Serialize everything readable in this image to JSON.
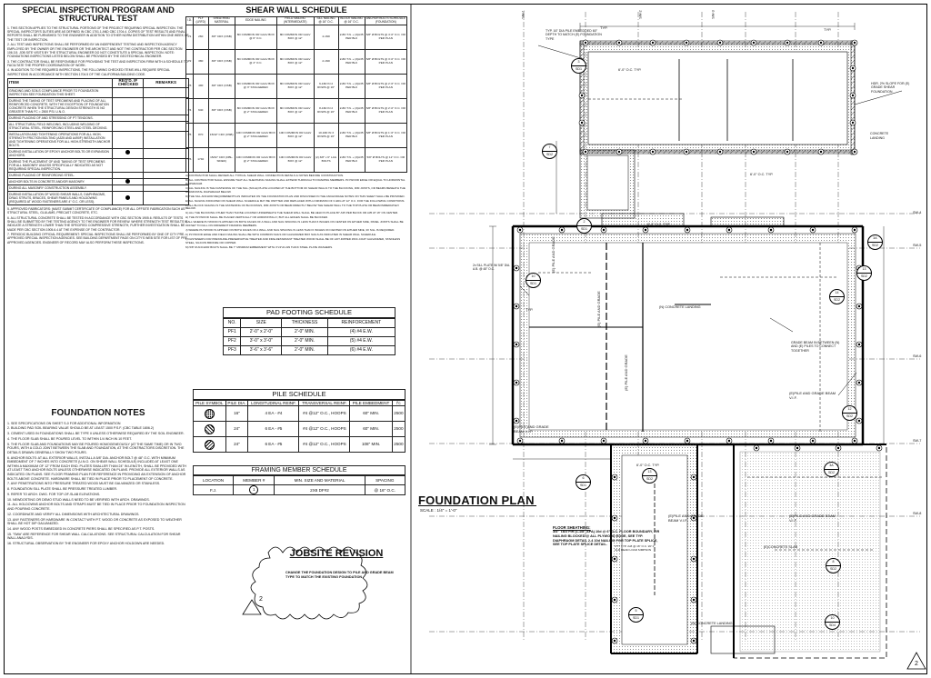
{
  "special_inspection": {
    "title": "SPECIAL INSPECTION PROGRAM AND STRUCTURAL TEST",
    "notes": [
      "1. THIS SECTION APPLIES TO THE STRUCTURAL PORTIONS OF THE PROJECT REQUIRING SPECIAL INSPECTION. THE SPECIAL INSPECTOR'S DUTIES ARE AS DEFINED IN CBC 1701.1 AND CBC 1704.4. COPIES OF TEST RESULTS AND FINAL REPORTS SHALL BE FURNISHED TO THE ENGINEER IN ADDITION TO OTHER NORM DISTRIBUTION WITHIN ONE WEEK OF THE TEST OR INSPECTION.",
      "2. ALL TEST AND INSPECTIONS SHALL BE PERFORMED BY AN INDEPENDENT TESTING AND INSPECTION AGENCY EMPLOYED BY THE OWNER OR THE ENGINEER OR THE ARCHITECT AND NOT THE CONTRACTOR PER CBC SECTION 106.3.5. JOB SITE VISITS BY THE STRUCTURAL ENGINEER DO NOT CONSTITUTE A SPECIAL INSPECTION. NOTE: FOUNDATIONS INSPECTIONS LISTED BELOW SHALL BE PROVIDED BY THE GEOTECHNICAL ENGINEER.",
      "3. THE CONTRACTOR SHALL BE RESPONSIBLE FOR PROVIDING THE TEST AND INSPECTION FIRM WITH A SCHEDULE TO FACILITATE THE PROPER COORDINATION OF WORK.",
      "4. IN ADDITION TO THE REQUIRED INSPECTIONS, THE FOLLOWING CHECKED ITEMS WILL REQUIRE SPECIAL INSPECTIONS IN ACCORDANCE WITH SECTION 1704.5 OF THE CALIFORNIA BUILDING CODE."
    ],
    "headers": [
      "ITEM",
      "REQ'D. IF CHECKED",
      "REMARKS"
    ],
    "rows": [
      {
        "item": "GRADING AND SOILS COMPLIANCE PRIOR TO FOUNDATION INSPECTION SEE FOUNDATION THIS SHEET.",
        "checked": false
      },
      {
        "item": "DURING THE TAKING OF TEST SPECIMENS AND PLACING OF ALL REINFORCED CONCRETE, WITH THE EXCEPTION OF FOUNDATION CONCRETE WHEN THE STRUCTURAL DESIGN STRENGTH IS NO GREATER THAN FC = 2500 PSI. U.N.O.",
        "checked": false
      },
      {
        "item": "DURING PLACING OF AND STRESSING OF PT TENDONS.",
        "checked": false
      },
      {
        "item": "ALL STRUCTURAL FIELD WELDING, INCLUDING WELDING OF STRUCTURAL STEEL, REINFORCING STEEL AND STEEL DECKING.",
        "checked": false
      },
      {
        "item": "INSTALLATION AND TIGHTENING OPERATIONS FOR ALL HIGH- STRENGTH FRICTION BOLTING (A325 AND A490F) INSTALLATION AND TIGHTENING OPERATIONS FOR ALL HIGH-STRENGTH ANCHOR BOLTS.",
        "checked": false
      },
      {
        "item": "DURING INSTALLATION OF EPOXY ANCHOR BOLTS OR EXPANSION ANCHORS.",
        "checked": true
      },
      {
        "item": "DURING THE PLACEMENT OF AND TAKING OF TEST SPECIMENS FOR ALL MASONRY UNLESS SPECIFICALLY INDICATED AS NOT REQUIRING SPECIAL INSPECTION.",
        "checked": false
      },
      {
        "item": "DURING PLACING OF REINFORCING STEEL.",
        "checked": false
      },
      {
        "item": "ANCHOR BOLTS IN CONCRETE AND/OR MASONRY.",
        "checked": true
      },
      {
        "item": "DURING ALL MASONRY CONSTRUCTION ASSEMBLY.",
        "checked": false
      },
      {
        "item": "DURING INSTALLATION OF WOOD SHEAR WALLS, DIAPHRAGMS, DRAG STRUTS, BRACES, SHEAR PANELS AND HOLDOWNS (REQUIRED AT WOOD FASTENERS ARE 4\" O.C. OR LESS).",
        "checked": true
      }
    ],
    "footnotes": [
      "5. APPROVED FABRICATORS: (MUST SUBMIT CERTIFICATE OF COMPLIANCE) FOR ALL OFFSITE FABRICATION SUCH AS STRUCTURAL STEEL, GLULAMS, PRECAST CONCRETE, ETC.",
      "6. ALL STRUCTURAL CONCRETE SHALL BE TESTED IN ACCORDANCE WITH CBC SECTION 1905.6. RESULTS OF TESTS SHALL BE SUBMITTED BY THE TESTING AGENCY TO THE ENGINEER FOR REVIEW. WHERE STRENGTH TEST RESULTS IS INDICATE A STRENGTH LOWER THAN THE SPECIFIED COMPRESSIVE STRENGTH, FURTHER INVESTIGATION SHALL BE MADE PER CBC SECTION 1905.6.4 AT THE EXPENSE OF THE CONTRACTOR.",
      "7. PERIODIC BUILDING OFFICIAL REQUIREMENT: SPECIAL INSPECTIONS SHALL BE PERFORMED BY ONE OF CITY PRE-APPROVED SPECIAL INSPECTION AGENCIES. SEE BUILDING DEPARTMENT PAGE ON CITY'S WEB SITE FOR LIST OF PRE-APPROVED AGENCIES. ENGINEER OF RECORD MAY ALSO PERFORM THESE INSPECTIONS."
    ]
  },
  "foundation_notes": {
    "title": "FOUNDATION NOTES",
    "items": [
      "1. SEE SPECIFICATIONS ON SHEET S-0 FOR ADDITIONAL INFORMATION",
      "2. BUILDING PAD SOIL BEARING VALUE SHOULD BE AT LEAST 1500 P.S.F. (CBC TABLE 1806.2)",
      "3. CEMENT USED IN FOUNDATIONS SHALL BE TYPE II UNLESS OTHERWISE REQUIRED BY THE SOIL ENGINEER.",
      "4. THE FLOOR SLAB SHALL BE POURED LEVEL TO WITHIN 1/4 INCH IN 10 FEET.",
      "5. THE FLOOR SLAB AND FOUNDATIONS MAY BE POURED HOMOGENEOUSLY (AT THE SAME TIME) OR IN TWO POURS, WITH A COLD JOINT BETWEEN THE SLAB AND FOUNDATION, AT THE CONTRACTORS DISCRETION. THE DETAILS DRAWN GENERALLY SHOW TWO POURS.",
      "6. ANCHOR BOLTS: AT ALL EXTERIOR WALLS, INSTALL A 5/8\" DIA. ANCHOR BOLT @ 48\" O.C. WITH MINIMUM EMBEDMENT OF 7 INCHES INTO CONCRETE (U.N.O. ON SHEAR WALL SCHEDULE) INCLUDED AT LEAST ONE WITHIN A MAXIMUM OF 12\" FROM EACH END. PLATES SMALLER THAN 24\" IN LENGTH, SHALL BE PROVIDED WITH AT LEAST TWO ANCHOR BOLTS UNLESS OTHERWISE INDICATED ON PLANS. PROVIDE ALL EXTERIOR WALLS AS INDICATED ON PLANS. SEE FLOOR FRAMING PLAN FOR REFERENCE IN PROVIDING AN EXTENSION OF ANCHOR BOLTS ABOVE CONCRETE. HARDWARE SHALL BE TIED IN PLACE PRIOR TO PLACEMENT OF CONCRETE.",
      "7. ANY PENETRATIONS INTO PRESSURE TREATED WOOD MUST BE GALVANIZED OR STAINLESS.",
      "8. FOUNDATION SILL PLATE SHALL BE PRESSURE TREATED LUMBER.",
      "9. REFER TO ARCH. DWG. FOR TOP-OF-SLAB ELEVATIONS.",
      "10. NEWDOSTING OR DEMO STUD WALLS NEED TO BE VERIFIED WITH ARCH. DRAWINGS.",
      "11. ALL HOLDOWNS ANCHOR BOLTS AND STRAPS MUST BE TIED IN PLACE PRIOR TO FOUNDATION INSPECTION AND POURING CONCRETE.",
      "12. COORDINATE AND VERIFY ALL DIMENSIONS WITH ARCHITECTURAL DRAWINGS.",
      "13. ANY FASTENERS OR HARDWARE IN CONTACT WITH P.T. WOOD OR CONCRETE AS EXPOSED TO WEATHER SHALL BE HOT DIP GALVANIZED.",
      "14. ANY WOOD POSTS EMBEDDED IN CONCRETE PIERS SHALL BE SPECIFIED AS P.T. POSTS.",
      "15. \"SW#\" ARE REFERENCE FOR SHEAR WALL CALCULATIONS. SEE STRUCTURAL CALCULATION FOR SHEAR WALL ANALYSIS.",
      "16. STRUCTURAL OBSERVATION BY THE ENGINEER FOR EPOXY ANCHOR HOLDOWN ARE NEEDED."
    ]
  },
  "shear_wall": {
    "title": "SHEAR WALL SCHEDULE",
    "headers": [
      "I.D.",
      "PLF (LRFD)",
      "SHEATHING MATERIAL",
      "EDGE NAILING",
      "FIELD NAILING (INTERMEDIATE)",
      "SILL NAILING @ 16\" O.C.",
      "BLOCK NAILING @ 16\" O.C.",
      "ANCHOR BOLTS SCHEDULE (FOUNDATION)"
    ],
    "rows": [
      [
        "P1",
        "260",
        "3/8\" CDX (OSB)",
        "8D COMMON OR GALV BOX @ 6\" O.C.",
        "8D COMMON OR GALV BOX @ 12\"",
        "4-16D",
        "2-8D T.N. + (3)A35 PER BLK",
        "5/8\" Ø BOLTS @ 4'-0\" O.C. OR PER PLAN"
      ],
      [
        "P2",
        "380",
        "3/8\" CDX (OSB)",
        "8D COMMON OR GALV BOX @ 4\" O.C.",
        "8D COMMON OR GALV BOX @ 12\"",
        "2-16D",
        "2-8D T.N. + (3)A35 PER BLK",
        "5/8\" Ø BOLTS @ 3'-0\" O.C. OR PER PLAN"
      ],
      [
        "P3",
        "490",
        "3/8\" CDX (OSB)",
        "8D COMMON OR GALV BOX @ 3\" STAGGERED",
        "8D COMMON OR GALV BOX @ 12\"",
        "6-16D IN 2 ROWS @ 16\"",
        "2-8D T.N. + (3)A35 PER BLK",
        "5/8\" Ø BOLTS @ 2'-6\" O.C. OR PER PLAN"
      ],
      [
        "P4",
        "640",
        "3/8\" CDX (OSB)",
        "8D COMMON OR GALV BOX @ 2\" STAGGERED",
        "8D COMMON OR GALV BOX @ 12\"",
        "8-16D IN 2 ROWS @ 16\"",
        "2-8D T.N. + (3)A35 PER BLK",
        "5/8\" Ø BOLTS @ 2'-0\" O.C. OR PER PLAN"
      ],
      [
        "P5",
        "870",
        "15/32\" CDX (OSB)",
        "10D COMMON OR GALV BOX @ 2\" STAGGERED",
        "10D COMMON OR GALV BOX @ 12\"",
        "10-16D IN 3 ROWS @ 16\"",
        "2-8D T.N. + (3)A35 PER BLK",
        "5/8\" Ø BOLTS @ 1'-6\" O.C. OR PER PLAN"
      ],
      [
        "P6",
        "1740",
        "15/32\" CDX (DBL-SIDED)",
        "10D COMMON OR GALV BOX @ 2\" STAGGERED",
        "10D COMMON OR GALV BOX @ 12\"",
        "(2) 3/8\" x 6\" LAG BOLTS",
        "2-8D T.N. + (3)A35 PER BLK",
        "5/8\" Ø BOLTS @ 12\" O.C. OR PER PLAN"
      ]
    ],
    "notes": [
      "A) CONTRACTOR SHALL REVIEW ALL TYPICAL SHEAR WALL CONNECTION DETAILS & NOTES BEFORE CONSTRUCTION.",
      "B) ALL CONTRACTOR SHALL ENSURE THAT ALL SHEATHING NAILING SHALL EXTEND THROUGH TO FRAMING MEMBERS. PLYWOOD EDGE OR EQUAL TO HORIZONTAL DIAPHRAGM.",
      "C) ALL NAILING IS THE FASTENING OF THE SILL (SOLE) PLATE LOCATED AT THE BOTTOM OF SHEAR WALLS TO THE BLOCKING, RIM JOISTS, OR BEAMS BENEATH THE HORIZONTAL DIAPHRAGM BELOW.",
      "D) THE SILL ANCHOR REQUIREMENTS AS INDICATED ON THE FOUNDATION PLAN AND DISCUSSED IN THE ANCHORAGE NOTES ON THIS SHEET SHALL BE PROVIDED.",
      "E) ALL NAILING INDICATED ON SHEAR WALL SCHEDULE MAY BE OMITTED AND REPLACED WITH A MINIMUM OF 3 HDG AT 12\" O.C. FOR THE FOLLOWING CONDITIONS.",
      "F) ALL BLOCK NAILING IS THE FASTENING OF BLOCKINGS, RIM JOISTS OR BEAM DIRECTLY BELOW THE SHEAR WALL TO THE TOP PLATE OR BEAM IMMEDIATELY BELOW.",
      "G) ALL THE BLOCKING OTHER THAN THOSE LOCATED UNDERNEATH THE SHEAR WALL SHALL BE HELD IN PLACE BY A35 PER BLOCK OR A35 AT 16\" ON CENTER.",
      "H) THE PLYWOOD SHALL BE PLACED VERTICALLY OR HORIZONTALLY, BUT ALL EDGES SHALL BE BLOCKED.",
      "I) ALL WHERE PLYWOOD IS APPLIED ON BOTH FACES OF A WALL AND NAIL SPACING IS LESS THAN 6 INCHES ON CENTER ON EITHER SIDE, PANEL JOINTS SHALL BE OFFSET TO FALL ON DIFFERENT FRAMING MEMBERS.",
      "J) WHERE PLYWOOD IS APPLIED ON BOTH FACES OF A WALL AND NAIL SPACING IS LESS THAN 6 INCHES ON CENTER ON EITHER SIDE, 3X SILL IS REQUIRED.",
      "K) PLYWOOD EDGE AND FIELD NAILING SHALL BE WITH COMMON NAILS OR GALVANIZED BOX NAILS AS INDICATED IN SHEAR WALL SCHEDULE.",
      "L) FASTENERS FOR PRESSURE-PRESERVATIVE TREATED AND FIRE-RETARDANT TREATED WOOD SHALL BE OF HOT-DIPPED ZINC-COAT GALVANIZED, STAINLESS STEEL, SILICON BRONZE OR COPPER.",
      "M) 5/8\" Ø ANCHOR BOLTS SHALL BE 7\" MINIMUM EMBEDMENT WITH 3\"x3\"x0.229 THICK STEEL PLATE WASHERS."
    ]
  },
  "pad_footing": {
    "title": "PAD FOOTING SCHEDULE",
    "headers": [
      "NO.",
      "SIZE",
      "THICKNESS",
      "REINFORCEMENT"
    ],
    "rows": [
      [
        "PF1",
        "2'-0\" x 2'-0\"",
        "2'-0\" MIN.",
        "(4) #4 E.W."
      ],
      [
        "PF2",
        "3'-0\" x 3'-0\"",
        "2'-0\" MIN.",
        "(5) #4 E.W."
      ],
      [
        "PF3",
        "3'-6\" x 3'-6\"",
        "2'-0\" MIN.",
        "(6) #4 E.W."
      ]
    ]
  },
  "pile": {
    "title": "PILE SCHEDULE",
    "headers": [
      "PILE SYMBOL",
      "PILE DIA.",
      "LONGITUDINAL REINF.",
      "TRANSVERSAL REINF.",
      "PILE EMBEDMENT",
      "f'c"
    ],
    "rows": [
      [
        "16\"",
        "4 EA - #4",
        "#4 @12\" O.C., HOOPS",
        "60\" MIN.",
        "2500"
      ],
      [
        "24\"",
        "6 EA - #5",
        "#4 @12\" O.C., HOOPS",
        "60\" MIN.",
        "2500"
      ],
      [
        "24\"",
        "6 EA - #5",
        "#4 @12\" O.C., HOOPS",
        "108\" MIN.",
        "2500"
      ]
    ]
  },
  "framing": {
    "title": "FRAMING MEMBER SCHEDULE",
    "headers": [
      "LOCATION",
      "MEMBER #",
      "MIN. SIZE AND MATERIAL",
      "SPACING"
    ],
    "rows": [
      [
        "F.J.",
        "1",
        "2X8 DF#2",
        "@ 16\" O.C."
      ]
    ]
  },
  "revision": {
    "title": "JOBSITE REVISION",
    "number": "2",
    "text": "CHANGE THE FOUNDATION DESIGN TO PILE AND GRADE BEAM TYPE TO MATCH THE EXISTING FOUNDATION"
  },
  "plan": {
    "title": "FOUNDATION PLAN",
    "scale": "SCALE : 1/4\" = 1'-0\"",
    "sheathing_title": "FLOOR SHEATHING:",
    "sheathing_text": "3/4\" T&G FIR (1-1/8\" APA) 10d @ 6\" O.C. FLOOR BOUNDARY, FIR NAILING BLOCKED @ ALL PLYWOOD EDGE, SEE TYP. DIAPHRAGM DETAIL 2-4 10d NAILING FOR TOP PLATE SPLICE, SEE TOP PLATE SPLICE DETAIL.",
    "labels": {
      "concrete_landing": "(N) CONCRETE LANDING",
      "concrete_landing2": "(N) CONCRETE LANDING",
      "concrete_slab": "(E)CONCRETE SLAB",
      "pile_beam_1": "(E)PILE AND GRADE BEAM V.I.F.",
      "pile_beam_2": "(E)PILE AND GRADE BEAM V.I.F.",
      "pile_beam_3": "(E)PILE AND GRADE BEAM V.I.F.",
      "pile_beam_4": "(E)PILE AND GRADE BEAM V.I.F.",
      "grade_beam_note": "GRADE BEAM IN BETWEEN (N) AND (E) PILES TO CONNECT TOGETHER",
      "vert_pile_1": "(E) PILE AND GRADE",
      "vert_pile_2": "(E) PILE AND GRADE",
      "vert_pile_3": "(E) PILE AND GRADE",
      "note_typ_pile": "TYP. 16\" DIA PILE EMBEDDED 60\" DEPTH TO MATCH (E) FOUNDATION TYPE",
      "note_hdr": "HDR. 2% SLOPE FOR (E) GRADE SHEAR FOUNDATION",
      "note_concrete_pad": "CONCRETE LANDING",
      "typ": "TYP.",
      "scale_note": "CTY TYP. 2x8 @ 16\" O.C. W/ 1\" CLR DEAD LOAD SIMPSON",
      "sill_note": "2x SILL PLATE W/ 5/8\" DIA. A.B. @ 48\" O.C."
    },
    "callouts": [
      {
        "num": "3",
        "sheet": "SD1"
      },
      {
        "num": "7",
        "sheet": "SD2"
      },
      {
        "num": "3A",
        "sheet": "SD2"
      },
      {
        "num": "13",
        "sheet": "SD2"
      },
      {
        "num": "14",
        "sheet": "SD2"
      },
      {
        "num": "10",
        "sheet": "SD1"
      },
      {
        "num": "2",
        "sheet": "SD1"
      },
      {
        "num": "12",
        "sheet": "SD2"
      },
      {
        "num": "6",
        "sheet": "SD1"
      },
      {
        "num": "13",
        "sheet": "SD2"
      },
      {
        "num": "10",
        "sheet": "SD4"
      },
      {
        "num": "3A",
        "sheet": "SD2"
      },
      {
        "num": "5",
        "sheet": "SD1"
      },
      {
        "num": "8",
        "sheet": "SD2"
      }
    ],
    "sw_tags": [
      "SW-1",
      "SW-2",
      "SW-3",
      "SW-4",
      "SW-5",
      "SW-6",
      "SW-7",
      "SW-8"
    ],
    "dims": [
      "6'-0\" O.C. TYP.",
      "6'-0\" O.C. TYP.",
      "6'-0\" O.C. TYP.",
      "6'-0\" O.C. TYP."
    ]
  },
  "corner_number": "2"
}
